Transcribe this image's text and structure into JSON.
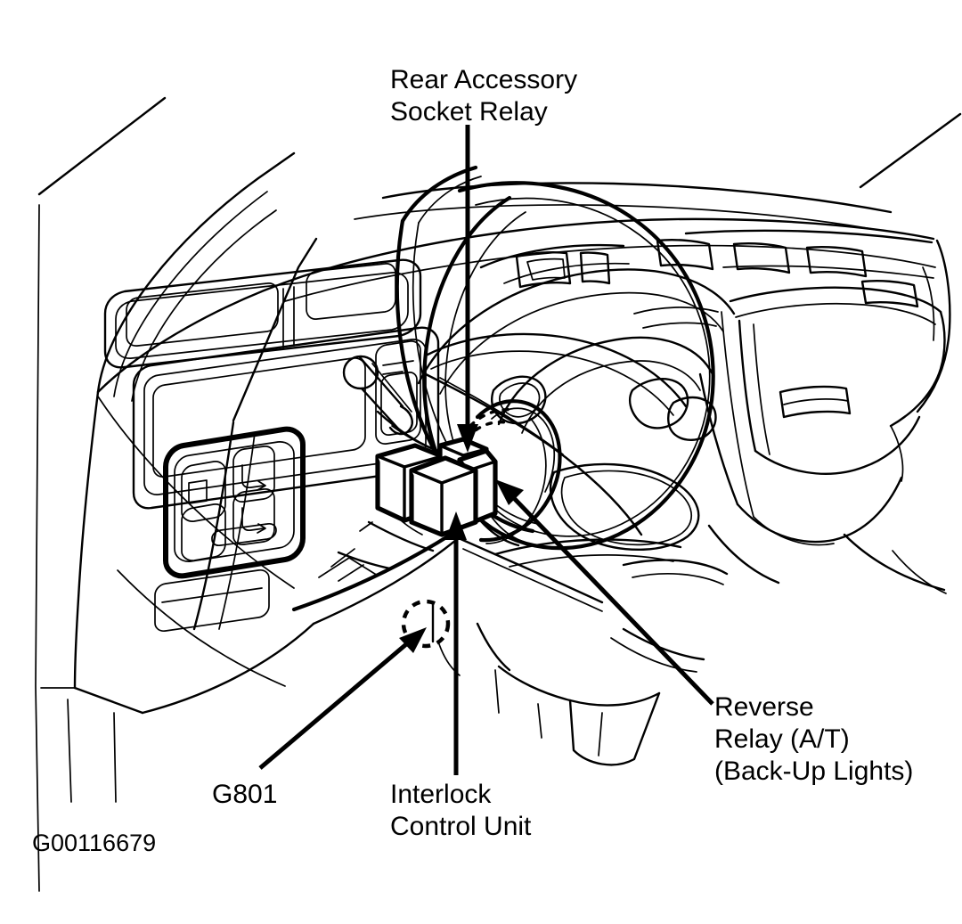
{
  "figure": {
    "id_code": "G00116679",
    "kind": "automotive-component-location-diagram",
    "subject": "Instrument panel / steering column area viewed from driver side",
    "background_color": "#ffffff",
    "line_color": "#000000"
  },
  "labels": {
    "rear_accessory_socket_relay": "Rear Accessory\nSocket Relay",
    "reverse_relay": "Reverse\nRelay (A/T)\n(Back-Up Lights)",
    "g801": "G801",
    "interlock_control_unit": "Interlock\nControl Unit"
  },
  "callouts": [
    {
      "name": "rear-accessory-socket-relay",
      "label": "Rear Accessory Socket Relay",
      "leader": "vertical line down from label to arrowhead on small upper relay",
      "arrow_direction": "down",
      "target": "small relay box at top of relay cluster"
    },
    {
      "name": "reverse-relay",
      "label": "Reverse Relay (A/T) (Back-Up Lights)",
      "leader": "diagonal line from label up and to the left",
      "arrow_direction": "up-left",
      "target": "right-hand relay box of cluster"
    },
    {
      "name": "g801",
      "label": "G801",
      "leader": "diagonal line from label up and to the right",
      "arrow_direction": "up-right",
      "target": "dashed circle ground point on lower dash panel"
    },
    {
      "name": "interlock-control-unit",
      "label": "Interlock Control Unit",
      "leader": "vertical line up from label to arrowhead under cluster",
      "arrow_direction": "up",
      "target": "center relay / control unit box of cluster"
    }
  ],
  "components": [
    {
      "name": "relay-box-left",
      "shape": "isometric-box"
    },
    {
      "name": "relay-box-center",
      "shape": "isometric-box"
    },
    {
      "name": "relay-box-right",
      "shape": "isometric-box"
    },
    {
      "name": "relay-box-top-small",
      "shape": "isometric-box"
    },
    {
      "name": "ground-point-g801",
      "shape": "dashed-circle"
    }
  ],
  "interior_parts": [
    "windshield-pillar",
    "dashboard-upper-surface",
    "driver-side-air-vent",
    "center-air-vent",
    "passenger-air-vent",
    "door-trim-panel",
    "power-window-switch-panel",
    "steering-wheel",
    "steering-column-stalk",
    "instrument-cluster",
    "glove-box",
    "lower-dash-knee-panel",
    "center-console"
  ]
}
